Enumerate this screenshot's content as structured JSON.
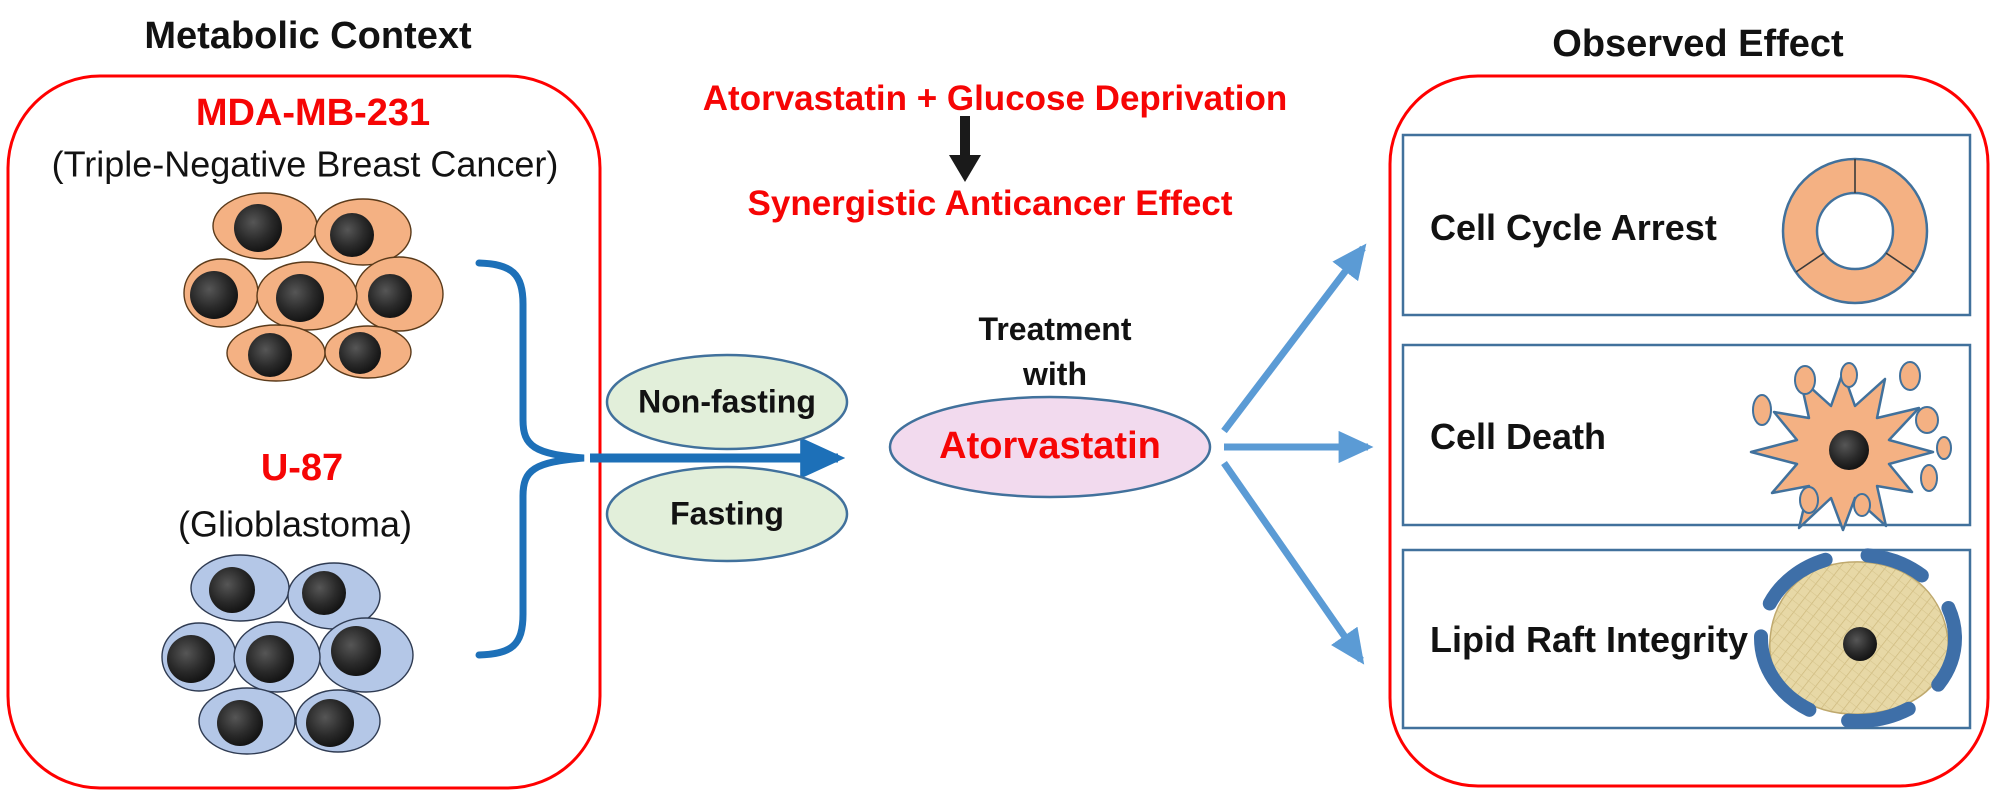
{
  "left_panel": {
    "title": "Metabolic Context",
    "cell_lines": [
      {
        "name": "MDA-MB-231",
        "subtitle": "(Triple-Negative Breast Cancer)",
        "cluster_icon": "orange-cancer-cell-cluster-icon"
      },
      {
        "name": "U-87",
        "subtitle": "(Glioblastoma)",
        "cluster_icon": "blue-cancer-cell-cluster-icon"
      }
    ]
  },
  "middle": {
    "combo_title": "Atorvastatin + Glucose Deprivation",
    "synergy_title": "Synergistic Anticancer Effect",
    "down_arrow_icon": "down-arrow-icon",
    "conditions": [
      "Non-fasting",
      "Fasting"
    ],
    "treatment_line1": "Treatment",
    "treatment_line2": "with",
    "drug": "Atorvastatin",
    "brace_icon": "right-curly-brace",
    "flow_arrow_icon": "right-flow-arrow"
  },
  "right_panel": {
    "title": "Observed Effect",
    "effects": [
      {
        "label": "Cell Cycle Arrest",
        "icon": "cell-cycle-donut-icon"
      },
      {
        "label": "Cell Death",
        "icon": "apoptosis-burst-icon"
      },
      {
        "label": "Lipid Raft Integrity",
        "icon": "lipid-raft-cell-icon"
      }
    ]
  },
  "colors": {
    "red_accent": "#ff0000",
    "black_text": "#121212",
    "strong_blue": "#1d70b8",
    "light_blue_arrow": "#5b9bd5",
    "steel_blue_border": "#41719c",
    "green_oval_fill": "#e2efda",
    "pink_oval_fill": "#f2daee",
    "orange_cell_fill": "#f4b183",
    "blue_cell_fill": "#b4c7e7",
    "lipid_fill": "#e7d8a6"
  }
}
